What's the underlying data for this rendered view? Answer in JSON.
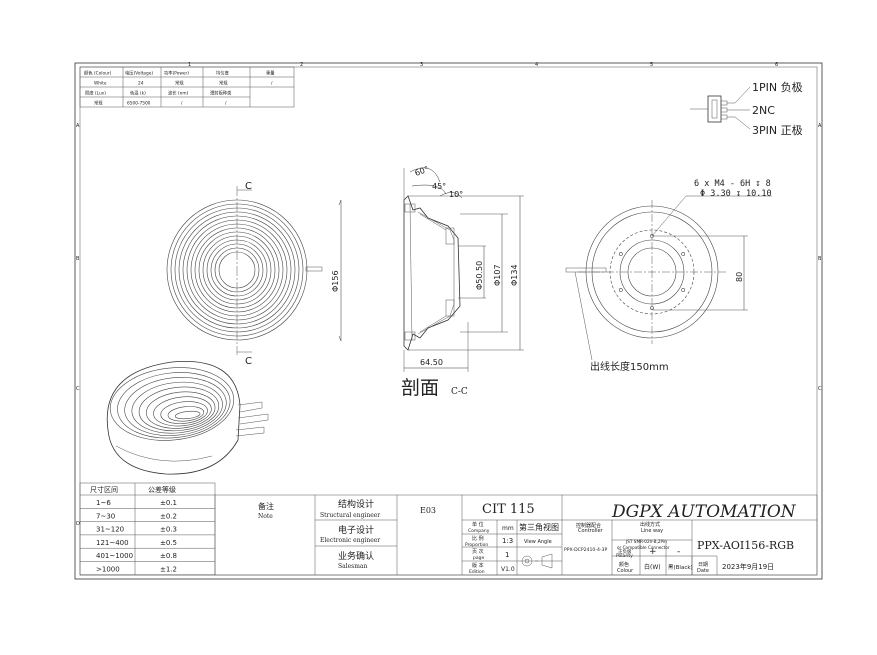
{
  "spec_table": {
    "headers": [
      "颜色 (Colour)",
      "电压(Voltage)",
      "功率(Power)",
      "均匀度",
      "重量"
    ],
    "row1": [
      "White",
      "24",
      "常规",
      "常规",
      "/"
    ],
    "headers2": [
      "照度 (Lux)",
      "色温 (k)",
      "波长 (nm)",
      "漫射板种类"
    ],
    "row2": [
      "常规",
      "6500-7500",
      "/",
      "/"
    ]
  },
  "pins": {
    "pin1": "1PIN 负极",
    "pin2": "2NC",
    "pin3": "3PIN 正极"
  },
  "border_labels": {
    "cols": [
      "1",
      "2",
      "3",
      "4",
      "5",
      "6"
    ],
    "rows": [
      "A",
      "B",
      "C",
      "D"
    ]
  },
  "front_view": {
    "section_mark": "C",
    "diameter": "Φ156"
  },
  "section_view": {
    "angle_60": "60°",
    "angle_45": "45°",
    "angle_10": "10°",
    "d_inner": "Φ50.50",
    "d_mid": "Φ107",
    "d_outer": "Φ134",
    "width": "64.50",
    "title": "剖面",
    "title_suffix": "C-C"
  },
  "back_view": {
    "holes": "6 x  M4 - 6H ↧ 8",
    "holes2": "Φ 3.30 ↧ 10.10",
    "dim_80": "80",
    "cable_note": "出线长度150mm"
  },
  "tolerance": {
    "headers": [
      "尺寸区间",
      "公差等级"
    ],
    "rows": [
      [
        "1~6",
        "±0.1"
      ],
      [
        "7~30",
        "±0.2"
      ],
      [
        "31~120",
        "±0.3"
      ],
      [
        "121~400",
        "±0.5"
      ],
      [
        "401~1000",
        "±0.8"
      ],
      [
        ">1000",
        "±1.2"
      ]
    ]
  },
  "title_block": {
    "note_cn": "备注",
    "note_en": "Note",
    "struct_cn": "结构设计",
    "struct_en": "Structural engineer",
    "elec_cn": "电子设计",
    "elec_en": "Electronic engineer",
    "sales_cn": "业务确认",
    "sales_en": "Salesman",
    "code": "E03",
    "model": "CIT 115",
    "company": "DGPX AUTOMATION",
    "unit_cn": "单 位",
    "unit_en": "Company",
    "unit_val": "mm",
    "third_angle": "第三角视图",
    "scale_cn": "比 例",
    "scale_en": "Proportion",
    "scale_val": "1:3",
    "view_angle": "View Angle",
    "page_cn": "页 次",
    "page_en": "page",
    "page_val": "1",
    "edition_cn": "版 本",
    "edition_en": "Edition",
    "edition_val": "V1.0",
    "controller_cn": "控制器配合",
    "controller_en": "Controller",
    "controller_val": "PPX-DCP2410-4-3P",
    "wire_cn": "出线方式",
    "wire_en": "Line way",
    "wire_val1": "JST SMR-02V-B,2Pin",
    "wire_val2": "or Compatible Connector",
    "polarity_cn": "正负极",
    "polarity_en": "Polarity",
    "plus": "+",
    "minus": "-",
    "colour_cn": "颜色",
    "colour_en": "Colour",
    "white": "白(W)",
    "black": "黑(Black)",
    "part_no": "PPX-AOI156-RGB",
    "date_cn": "日期",
    "date_en": "Date",
    "date_val": "2023年9月19日"
  }
}
